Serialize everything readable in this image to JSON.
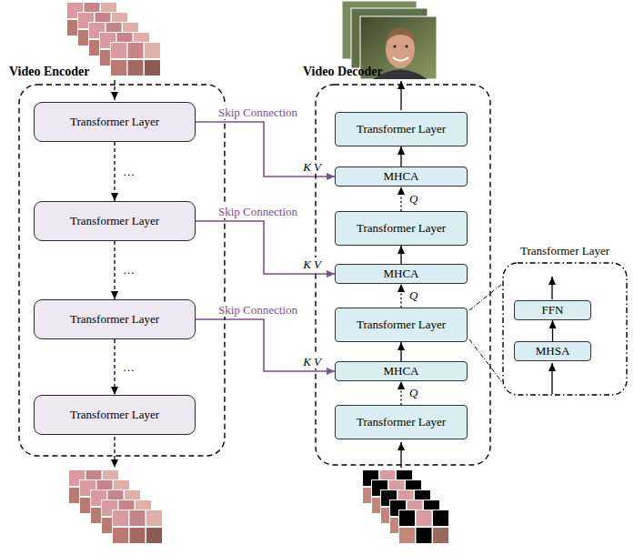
{
  "diagram": {
    "nodes": [
      {
        "text": [
          "Video Encoder"
        ]
      },
      {
        "text": [
          "Transformer Layer"
        ],
        "in": 0
      },
      {
        "text": [
          "Transformer Layer"
        ],
        "in": 0
      },
      {
        "text": [
          "Transformer Layer"
        ],
        "in": 0
      },
      {
        "text": [
          "Transformer Layer"
        ],
        "in": 0
      },
      {
        "text": [
          "Video Decoder"
        ]
      },
      {
        "text": [
          "Transformer Layer"
        ],
        "in": 5
      },
      {
        "text": [
          "MHCA"
        ],
        "in": 5
      },
      {
        "text": [
          "Transformer Layer"
        ],
        "in": 5
      },
      {
        "text": [
          "MHCA"
        ],
        "in": 5
      },
      {
        "text": [
          "Transformer Layer"
        ],
        "in": 5
      },
      {
        "text": [
          "MHCA"
        ],
        "in": 5
      },
      {
        "text": [
          "Transformer Layer"
        ],
        "in": 5
      },
      {
        "text": [
          "Transformer Layer"
        ]
      },
      {
        "text": [
          "FFN"
        ],
        "in": 13
      },
      {
        "text": [
          "MHSA"
        ],
        "in": 13
      }
    ],
    "edges": [
      {
        "from": 1,
        "to": 2,
        "arrow": "to",
        "label": "…"
      },
      {
        "from": 2,
        "to": 3,
        "arrow": "to",
        "label": "…"
      },
      {
        "from": 3,
        "to": 4,
        "arrow": "to",
        "label": "…"
      },
      {
        "from": 1,
        "to": 7,
        "arrow": "to",
        "label": "Skip Connection"
      },
      {
        "from": 2,
        "to": 9,
        "arrow": "to",
        "label": "Skip Connection"
      },
      {
        "from": 3,
        "to": 11,
        "arrow": "to",
        "label": "Skip Connection"
      },
      {
        "from": 12,
        "to": 11,
        "arrow": "to",
        "label": "Q"
      },
      {
        "from": 11,
        "to": 10,
        "arrow": "to"
      },
      {
        "from": 10,
        "to": 9,
        "arrow": "to",
        "label": "Q"
      },
      {
        "from": 9,
        "to": 8,
        "arrow": "to"
      },
      {
        "from": 8,
        "to": 7,
        "arrow": "to",
        "label": "Q"
      },
      {
        "from": 7,
        "to": 6,
        "arrow": "to"
      },
      {
        "from": 15,
        "to": 14,
        "arrow": "to"
      }
    ],
    "labels": [
      "K V",
      "K V",
      "K V"
    ]
  }
}
